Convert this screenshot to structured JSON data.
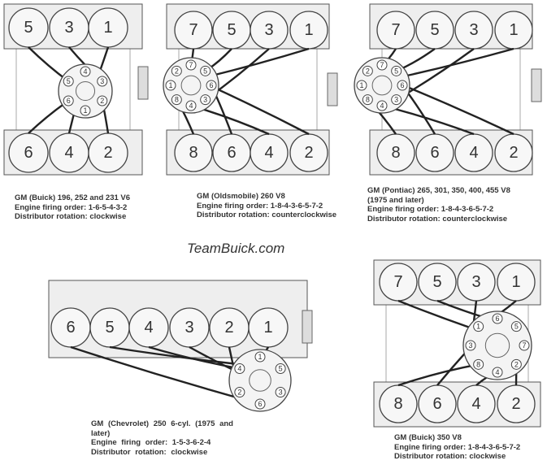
{
  "brand": "TeamBuick.com",
  "diagrams": [
    {
      "id": "buick-v6",
      "title": "GM (Buick) 196, 252 and 231 V6",
      "firing_order": "Engine firing order: 1-6-5-4-3-2",
      "rotation": "Distributor rotation: clockwise",
      "top_cylinders": [
        "5",
        "3",
        "1"
      ],
      "bottom_cylinders": [
        "6",
        "4",
        "2"
      ],
      "distributor_terminals": [
        "4",
        "3",
        "2",
        "1",
        "6",
        "5"
      ]
    },
    {
      "id": "olds-260",
      "title": "GM (Oldsmobile) 260 V8",
      "firing_order": "Engine firing order: 1-8-4-3-6-5-7-2",
      "rotation": "Distributor rotation: counterclockwise",
      "top_cylinders": [
        "7",
        "5",
        "3",
        "1"
      ],
      "bottom_cylinders": [
        "8",
        "6",
        "4",
        "2"
      ],
      "distributor_terminals": [
        "7",
        "5",
        "6",
        "3",
        "4",
        "8",
        "1",
        "2"
      ]
    },
    {
      "id": "pontiac-v8",
      "title": "GM (Pontiac) 265, 301, 350, 400, 455 V8",
      "title2": "(1975 and later)",
      "firing_order": "Engine firing order: 1-8-4-3-6-5-7-2",
      "rotation": "Distributor rotation: counterclockwise",
      "top_cylinders": [
        "7",
        "5",
        "3",
        "1"
      ],
      "bottom_cylinders": [
        "8",
        "6",
        "4",
        "2"
      ],
      "distributor_terminals": [
        "7",
        "5",
        "6",
        "3",
        "4",
        "8",
        "1",
        "2"
      ]
    },
    {
      "id": "chevy-250",
      "title": "GM (Chevrolet) 250 6-cyl. (1975 and",
      "title2": "later)",
      "firing_order": "Engine firing order: 1-5-3-6-2-4",
      "rotation": "Distributor rotation: clockwise",
      "inline_cylinders": [
        "6",
        "5",
        "4",
        "3",
        "2",
        "1"
      ],
      "distributor_terminals": [
        "1",
        "5",
        "3",
        "6",
        "2",
        "4"
      ]
    },
    {
      "id": "buick-350",
      "title": "GM (Buick) 350 V8",
      "firing_order": "Engine firing order: 1-8-4-3-6-5-7-2",
      "rotation": "Distributor rotation: clockwise",
      "top_cylinders": [
        "7",
        "5",
        "3",
        "1"
      ],
      "bottom_cylinders": [
        "8",
        "6",
        "4",
        "2"
      ],
      "distributor_terminals": [
        "6",
        "5",
        "7",
        "2",
        "4",
        "8",
        "3",
        "1"
      ]
    }
  ]
}
